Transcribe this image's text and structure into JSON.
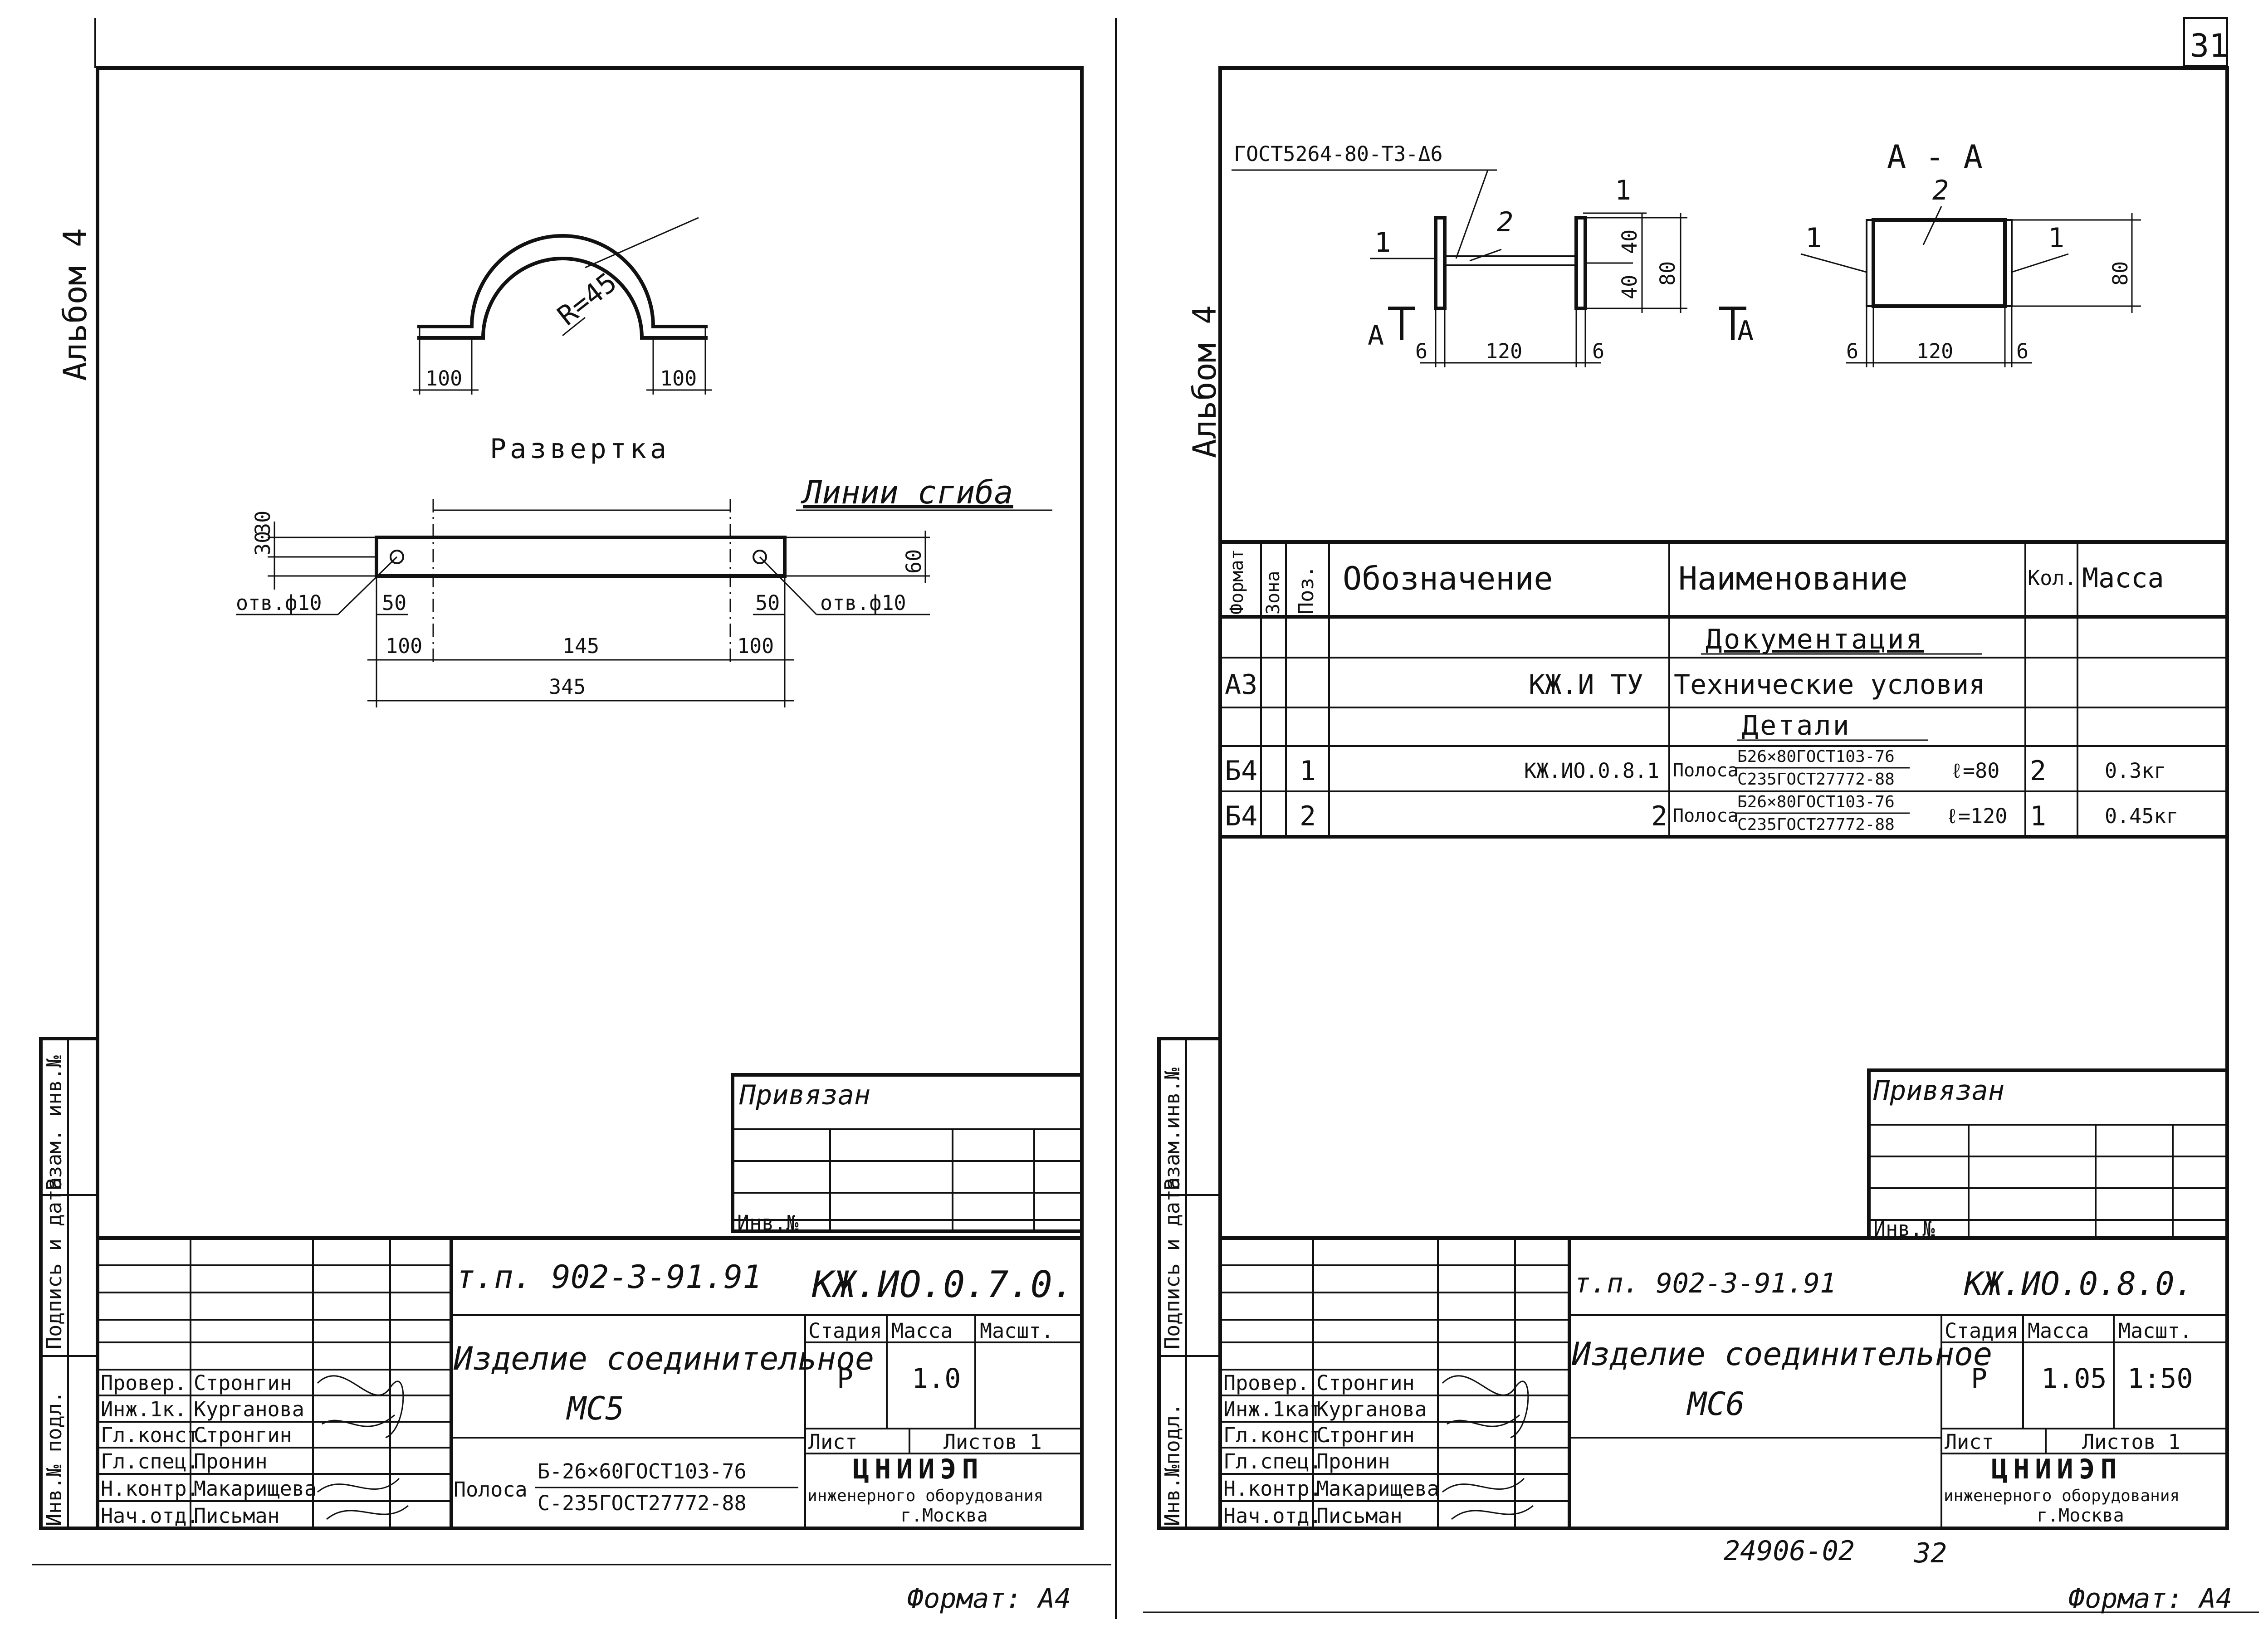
{
  "corner_sheet_number": "31",
  "bottom_stamp": "24906-02",
  "bottom_page": "32",
  "sheets": [
    {
      "album": "Альбом 4",
      "side_labels": [
        "Инв.№ подл.",
        "Подпись и дата",
        "Взам. инв.№"
      ],
      "drawing": {
        "radius_label": "R=45",
        "dim_left": "100",
        "dim_right": "100",
        "razvertka_title": "Развертка",
        "bend_lines_label": "Линии сгиба",
        "dim_30a": "30",
        "dim_30b": "30",
        "dim_60": "60",
        "hole_left": "отв.ф10",
        "hole_right": "отв.ф10",
        "dim_50_left": "50",
        "dim_50_right": "50",
        "dim_100_left": "100",
        "dim_145": "145",
        "dim_100_right": "100",
        "dim_345": "345"
      },
      "privyazan": "Привязан",
      "inv_no": "Инв.№",
      "title_block": {
        "project": "т.п. 902-3-91.91",
        "code": "КЖ.ИО.0.7.0.",
        "name_line1": "Изделие соединительное",
        "name_line2": "МС5",
        "material_prefix": "Полоса",
        "material_top": "Б-26×60ГОСТ103-76",
        "material_bottom": "С-235ГОСТ27772-88",
        "stage_label": "Стадия",
        "mass_label": "Масса",
        "scale_label": "Масшт.",
        "stage_value": "Р",
        "mass_value": "1.0",
        "scale_value": "",
        "sheet_label": "Лист",
        "sheets_label": "Листов 1",
        "org_line1": "ЦНИИЭП",
        "org_line2": "инженерного оборудования",
        "org_line3": "г.Москва",
        "roles": [
          {
            "role": "Провер.",
            "name": "Стронгин"
          },
          {
            "role": "Инж.1к.",
            "name": "Курганова"
          },
          {
            "role": "Гл.конст.",
            "name": "Стронгин"
          },
          {
            "role": "Гл.спец.",
            "name": "Пронин"
          },
          {
            "role": "Н.контр.",
            "name": "Макарищева"
          },
          {
            "role": "Нач.отд.",
            "name": "Письман"
          }
        ]
      },
      "format": "Формат: А4"
    },
    {
      "album": "Альбом 4",
      "side_labels": [
        "Инв.№подл.",
        "Подпись и дата",
        "Взам.инв.№"
      ],
      "drawing": {
        "weld_label": "ГОСТ5264-80-Т3-Δ6",
        "section_title": "А - А",
        "pos1_a": "1",
        "pos1_b": "1",
        "pos1_c": "1",
        "pos1_d": "1",
        "pos2_a": "2",
        "pos2_b": "2",
        "dim_40a": "40",
        "dim_40b": "40",
        "dim_80a": "80",
        "dim_80b": "80",
        "cut_left": "А",
        "cut_right": "А",
        "dim_6a": "6",
        "dim_120a": "120",
        "dim_6b": "6",
        "dim_6c": "6",
        "dim_120b": "120",
        "dim_6d": "6"
      },
      "spec_table": {
        "headers": [
          "Формат",
          "Зона",
          "Поз.",
          "Обозначение",
          "Наименование",
          "Кол.",
          "Масса"
        ],
        "section_docs": "Документация",
        "section_parts": "Детали",
        "rows": [
          {
            "format": "А3",
            "zone": "",
            "pos": "",
            "designation": "КЖ.И ТУ",
            "name": "Технические условия",
            "qty": "",
            "mass": ""
          },
          {
            "format": "Б4",
            "zone": "",
            "pos": "1",
            "designation": "КЖ.ИО.0.8.1",
            "name_prefix": "Полоса",
            "name_top": "Б26×80ГОСТ103-76",
            "name_bottom": "С235ГОСТ27772-88",
            "name_suffix": "ℓ=80",
            "qty": "2",
            "mass": "0.3кг"
          },
          {
            "format": "Б4",
            "zone": "",
            "pos": "2",
            "designation": "2",
            "name_prefix": "Полоса",
            "name_top": "Б26×80ГОСТ103-76",
            "name_bottom": "С235ГОСТ27772-88",
            "name_suffix": "ℓ=120",
            "qty": "1",
            "mass": "0.45кг"
          }
        ]
      },
      "privyazan": "Привязан",
      "inv_no": "Инв.№",
      "title_block": {
        "project": "т.п. 902-3-91.91",
        "code": "КЖ.ИО.0.8.0.",
        "name_line1": "Изделие соединительное",
        "name_line2": "МС6",
        "stage_label": "Стадия",
        "mass_label": "Масса",
        "scale_label": "Масшт.",
        "stage_value": "Р",
        "mass_value": "1.05",
        "scale_value": "1:50",
        "sheet_label": "Лист",
        "sheets_label": "Листов 1",
        "org_line1": "ЦНИИЭП",
        "org_line2": "инженерного оборудования",
        "org_line3": "г.Москва",
        "roles": [
          {
            "role": "Провер.",
            "name": "Стронгин"
          },
          {
            "role": "Инж.1кат",
            "name": "Курганова"
          },
          {
            "role": "Гл.конст.",
            "name": "Стронгин"
          },
          {
            "role": "Гл.спец.",
            "name": "Пронин"
          },
          {
            "role": "Н.контр.",
            "name": "Макарищева"
          },
          {
            "role": "Нач.отд.",
            "name": "Письман"
          }
        ]
      },
      "format": "Формат: А4"
    }
  ]
}
